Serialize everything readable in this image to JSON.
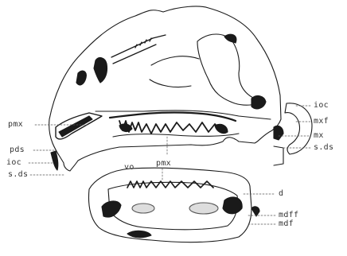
{
  "colors": {
    "ink": "#1a1a1a",
    "light_ink": "#555555",
    "label": "#333333",
    "background": "#ffffff"
  },
  "labels": {
    "ioc_right": "ioc",
    "mxf": "mxf",
    "mx": "mx",
    "sds_right": "s.ds",
    "pmx_left": "pmx",
    "pds": "pds",
    "ioc_left": "ioc",
    "sds_left": "s.ds",
    "vo": "vo",
    "pmx_center": "pmx",
    "d": "d",
    "mdff": "mdff",
    "mdf": "mdf"
  }
}
